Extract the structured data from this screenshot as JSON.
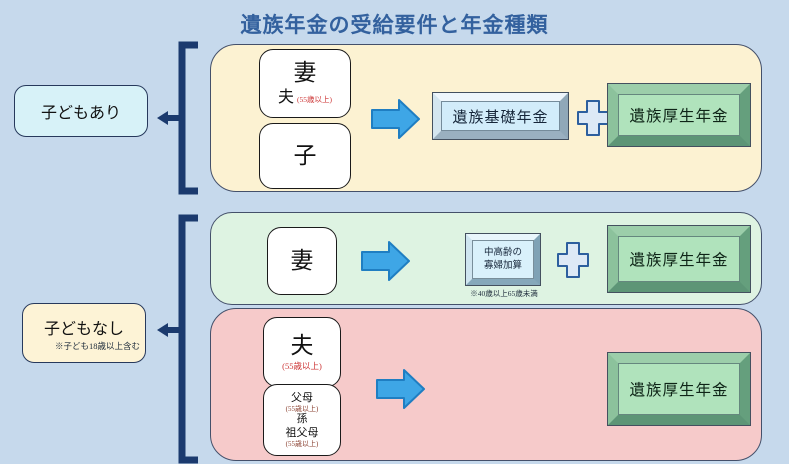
{
  "title": "遺族年金の受給要件と年金種類",
  "side_labels": {
    "with_children": "子どもあり",
    "without_children": "子どもなし",
    "without_children_note": "※子ども18歳以上含む"
  },
  "sections": {
    "with_children": {
      "spouse_box": {
        "wife": "妻",
        "husband": "夫",
        "husband_age_note": "(55歳以上)"
      },
      "child_box": {
        "child": "子"
      },
      "basic_pension": "遺族基礎年金",
      "kosei_pension": "遺族厚生年金"
    },
    "wife_only": {
      "wife_box": {
        "wife": "妻"
      },
      "widow_addition_line1": "中高齢の",
      "widow_addition_line2": "寡婦加算",
      "widow_addition_note": "※40歳以上65歳未満",
      "kosei_pension": "遺族厚生年金"
    },
    "others": {
      "husband_box": {
        "husband": "夫",
        "age_note": "(55歳以上)"
      },
      "relatives_box": {
        "lines": [
          "父母",
          "(55歳以上)",
          "孫",
          "祖父母",
          "(55歳以上)"
        ]
      },
      "kosei_pension": "遺族厚生年金"
    }
  },
  "icons": {
    "arrow": "arrow-right-icon",
    "plus": "plus-icon",
    "brace": "curly-brace-icon"
  },
  "colors": {
    "background": "#c6d9ec",
    "title": "#33619e",
    "section_with_children_bg": "#fcf2d2",
    "section_wife_only_bg": "#def3e2",
    "section_others_bg": "#f6caca",
    "basic_pension_bg": "#d2ecfa",
    "kosei_pension_bg": "#b0e3bc",
    "widow_addition_bg": "#d9f1fb",
    "arrow_blue": "#3ea6e6",
    "age_note_red": "#cc3333",
    "brace_navy": "#1b3a6e"
  }
}
